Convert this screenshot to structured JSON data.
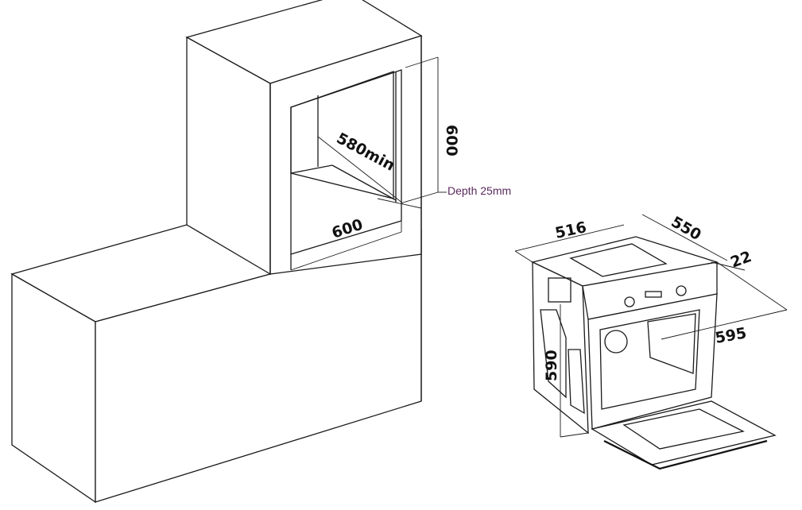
{
  "cabinet": {
    "depth_label": "580min",
    "height_label": "600",
    "width_label": "600",
    "note": "Depth 25mm"
  },
  "oven": {
    "width_label": "516",
    "depth_label": "550",
    "front_label": "22",
    "outer_width_label": "595",
    "height_label": "590"
  },
  "colors": {
    "note": "#5a2a5e",
    "line": "#1a1a1a"
  }
}
